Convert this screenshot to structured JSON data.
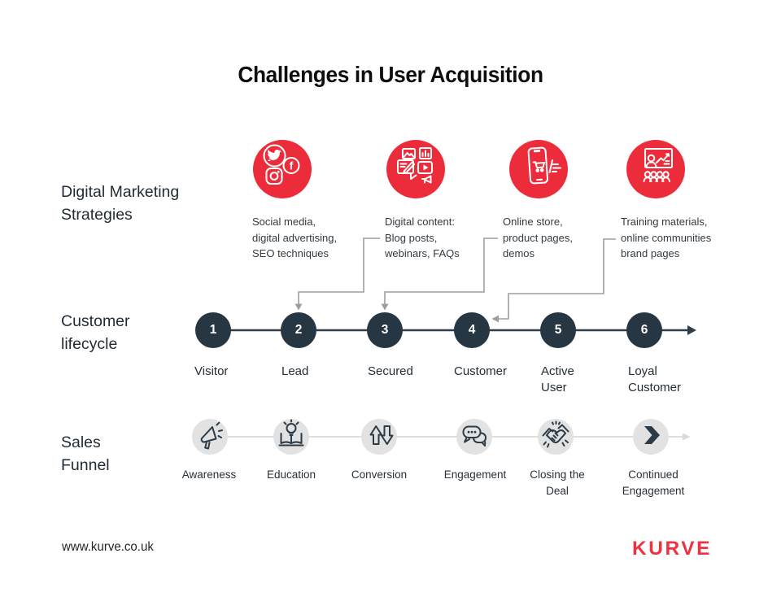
{
  "title": "Challenges in User Acquisition",
  "colors": {
    "brand_red": "#ED2C3B",
    "logo_red": "#EE3340",
    "navy": "#263642",
    "connector_gray": "#9E9E9E",
    "funnel_circle_gray": "#E2E2E2"
  },
  "strategies": {
    "row_label": "Digital Marketing\nStrategies",
    "items": [
      {
        "icon": "social-media-icon",
        "caption": "Social media,\ndigital advertising,\nSEO techniques"
      },
      {
        "icon": "digital-content-icon",
        "caption": "Digital content:\nBlog posts,\nwebinars, FAQs"
      },
      {
        "icon": "online-store-icon",
        "caption": "Online store,\nproduct pages,\ndemos"
      },
      {
        "icon": "training-materials-icon",
        "caption": "Training materials,\nonline communities\nbrand pages"
      }
    ]
  },
  "lifecycle": {
    "row_label": "Customer\nlifecycle",
    "stages": [
      {
        "number": "1",
        "label": "Visitor"
      },
      {
        "number": "2",
        "label": "Lead"
      },
      {
        "number": "3",
        "label": "Secured"
      },
      {
        "number": "4",
        "label": "Customer"
      },
      {
        "number": "5",
        "label": "Active\nUser"
      },
      {
        "number": "6",
        "label": "Loyal\nCustomer"
      }
    ]
  },
  "funnel": {
    "row_label": "Sales\nFunnel",
    "stages": [
      {
        "icon": "megaphone-icon",
        "label": "Awareness"
      },
      {
        "icon": "education-book-icon",
        "label": "Education"
      },
      {
        "icon": "conversion-arrows-icon",
        "label": "Conversion"
      },
      {
        "icon": "chat-bubbles-icon",
        "label": "Engagement"
      },
      {
        "icon": "handshake-icon",
        "label": "Closing the\nDeal"
      },
      {
        "icon": "chevron-right-icon",
        "label": "Continued\nEngagement"
      }
    ]
  },
  "footer": {
    "website": "www.kurve.co.uk",
    "logo_text": "KURVE"
  }
}
